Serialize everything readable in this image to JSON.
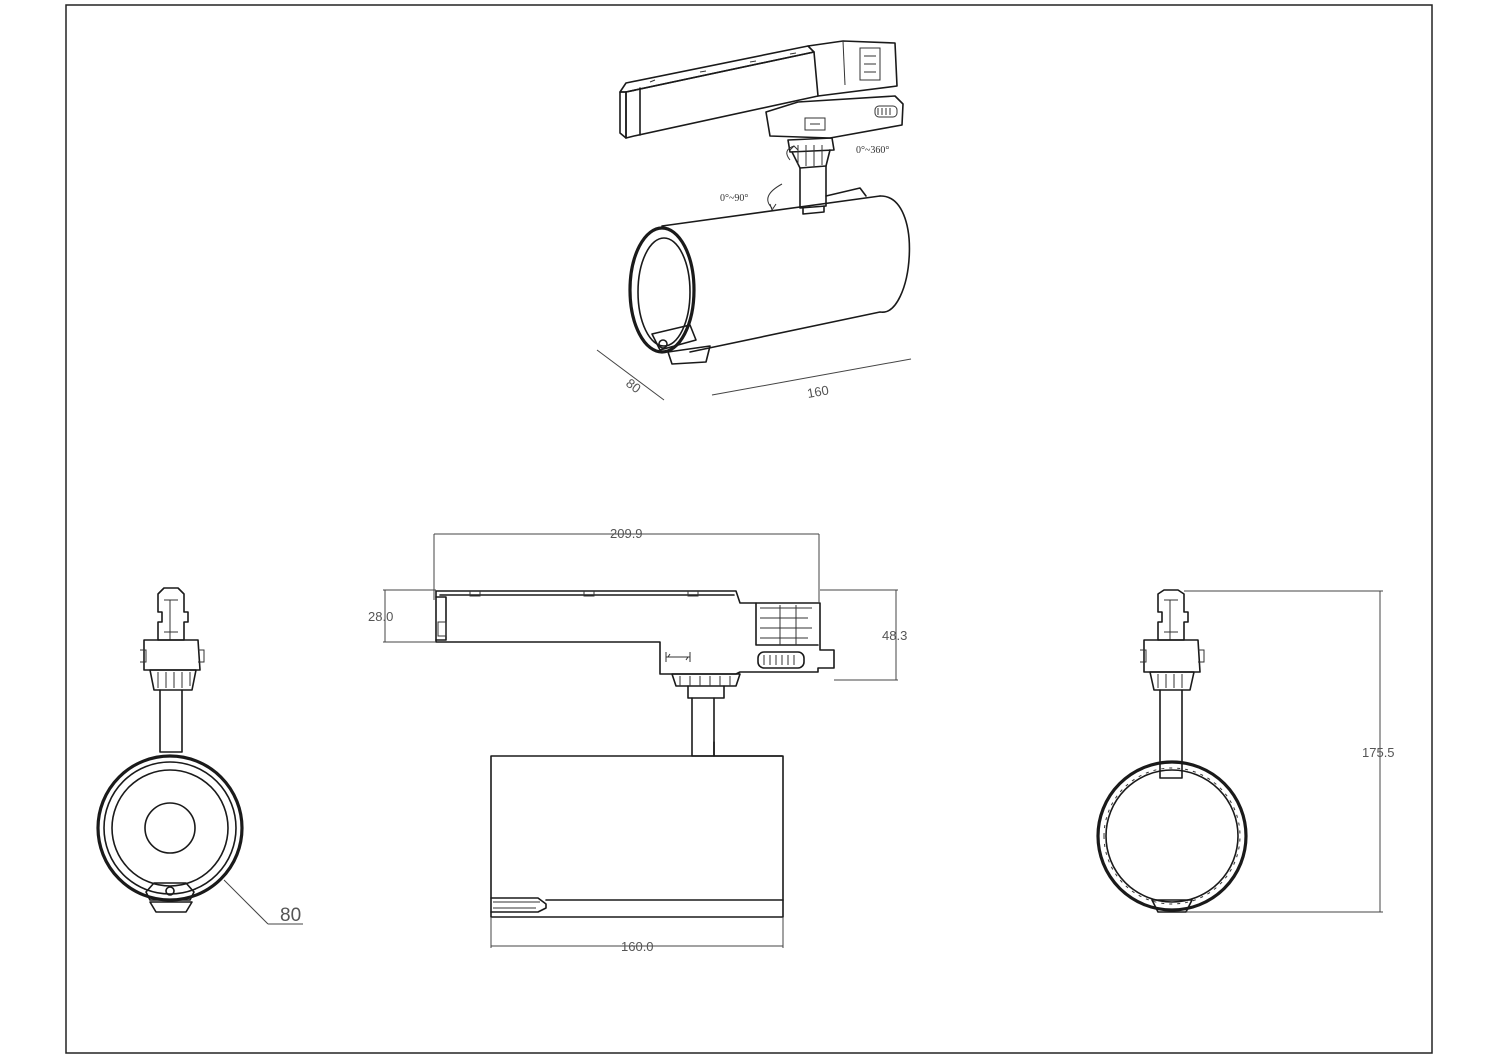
{
  "iso_view": {
    "rotation_label": "0°~360°",
    "tilt_label": "0°~90°",
    "depth_label": "80",
    "length_label": "160"
  },
  "front_view": {
    "overall_width_label": "209.9",
    "adapter_height_label": "28.0",
    "head_height_label": "48.3",
    "body_length_label": "160.0"
  },
  "left_view": {
    "diameter_label": "80"
  },
  "right_view": {
    "total_height_label": "175.5"
  },
  "colors": {
    "line": "#1a1a1a",
    "dimension_text": "#555555",
    "background": "#ffffff"
  }
}
